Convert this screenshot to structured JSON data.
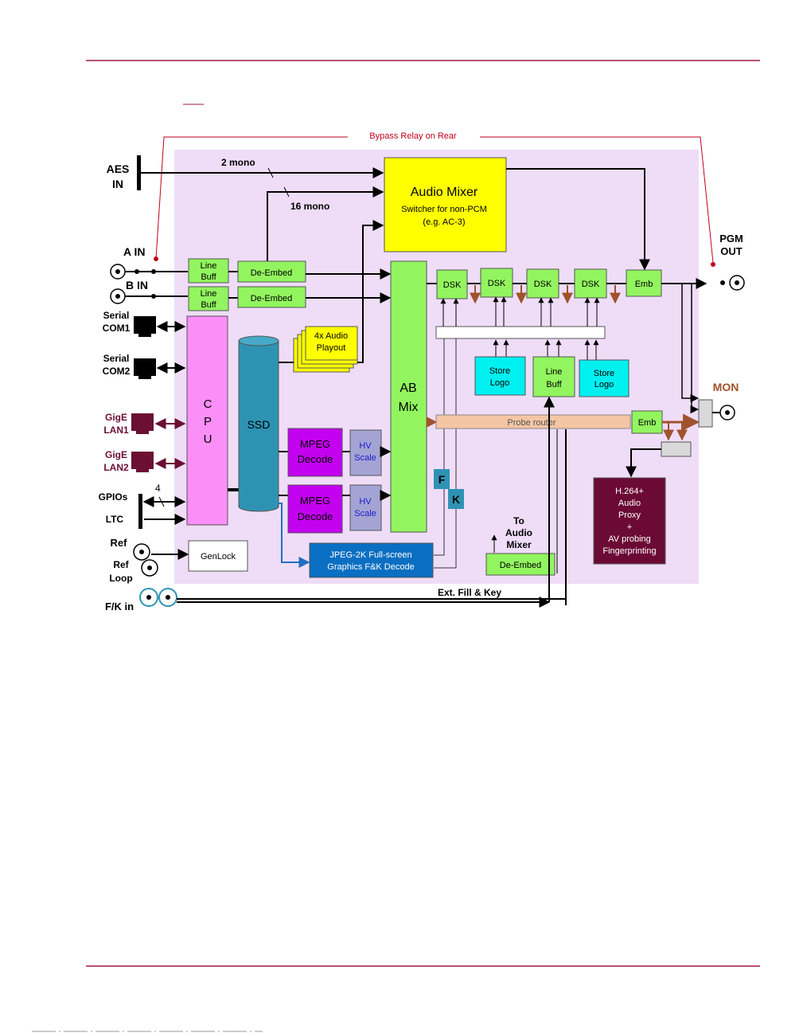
{
  "header": {
    "fig_ref": "   "
  },
  "bypass": {
    "label": "Bypass Relay on Rear"
  },
  "inputs": {
    "aes_1": "AES",
    "aes_2": "IN",
    "a_in": "A  IN",
    "b_in": "B  IN",
    "serial_com1_1": "Serial",
    "serial_com1_2": "COM1",
    "serial_com2_1": "Serial",
    "serial_com2_2": "COM2",
    "gige_lan1_1": "GigE",
    "gige_lan1_2": "LAN1",
    "gige_lan2_1": "GigE",
    "gige_lan2_2": "LAN2",
    "gpios": "GPIOs",
    "ltc": "LTC",
    "gpio_count": "4",
    "ref": "Ref",
    "ref_loop_1": "Ref",
    "ref_loop_2": "Loop",
    "fk_in": "F/K in"
  },
  "signals": {
    "two_mono": "2 mono",
    "sixteen_mono": "16 mono",
    "ext_fill_key": "Ext. Fill & Key"
  },
  "outputs": {
    "pgm_1": "PGM",
    "pgm_2": "OUT",
    "mon": "MON"
  },
  "blocks": {
    "audio_mixer_title": "Audio Mixer",
    "audio_mixer_sub1": "Switcher for non-PCM",
    "audio_mixer_sub2": "(e.g. AC-3)",
    "line_buff_1": "Line",
    "line_buff_2": "Buff",
    "de_embed": "De-Embed",
    "audio_playout_1": "4x Audio",
    "audio_playout_2": "Playout",
    "ab_mix_1": "AB",
    "ab_mix_2": "Mix",
    "dsk": "DSK",
    "emb": "Emb",
    "store_logo_1": "Store",
    "store_logo_2": "Logo",
    "cpu_c": "C",
    "cpu_p": "P",
    "cpu_u": "U",
    "ssd": "SSD",
    "mpeg_1": "MPEG",
    "mpeg_2": "Decode",
    "hv_1": "HV",
    "hv_2": "Scale",
    "f": "F",
    "k": "K",
    "probe_router": "Probe router",
    "h264_1": "H.264+",
    "h264_2": "Audio",
    "h264_3": "Proxy",
    "h264_4": "+",
    "h264_5": "AV probing",
    "h264_6": "Fingerprinting",
    "to_audio_mixer_1": "To",
    "to_audio_mixer_2": "Audio",
    "to_audio_mixer_3": "Mixer",
    "jpeg_1": "JPEG-2K  Full-screen",
    "jpeg_2": "Graphics F&K Decode",
    "genlock": "GenLock"
  }
}
